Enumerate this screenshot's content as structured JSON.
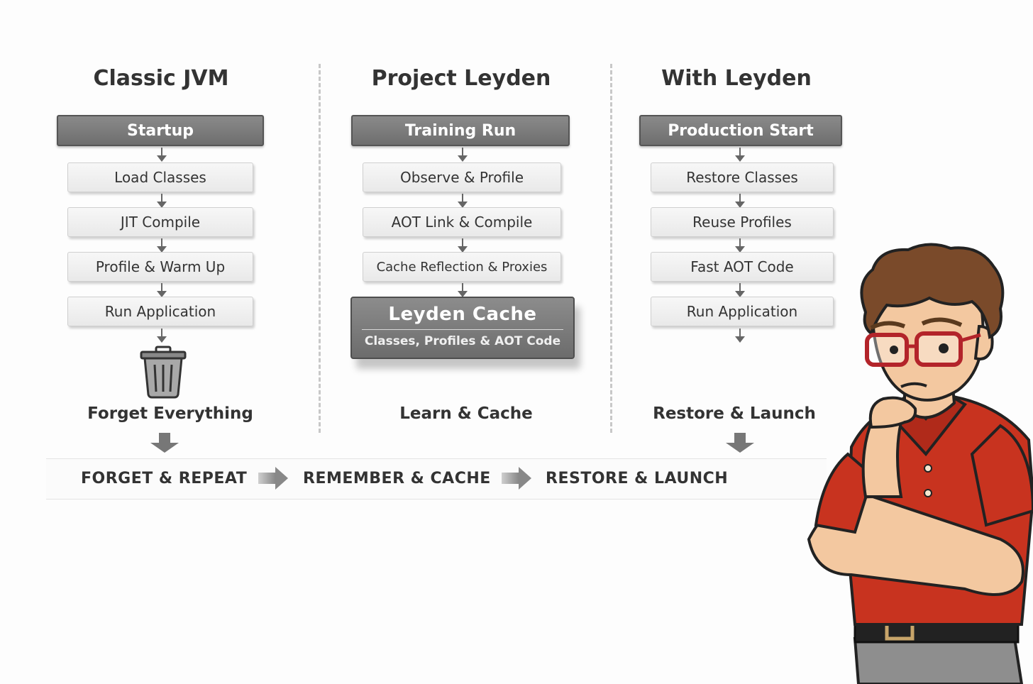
{
  "columns": [
    {
      "title": "Classic JVM",
      "head": "Startup",
      "steps": [
        "Load Classes",
        "JIT Compile",
        "Profile & Warm Up",
        "Run Application"
      ],
      "caption": "Forget Everything",
      "end_icon": "trash-can-icon"
    },
    {
      "title": "Project Leyden",
      "head": "Training Run",
      "steps": [
        "Observe & Profile",
        "AOT Link & Compile",
        "Cache Reflection & Proxies"
      ],
      "cache": {
        "title": "Leyden Cache",
        "subtitle": "Classes, Profiles & AOT Code"
      },
      "caption": "Learn & Cache"
    },
    {
      "title": "With Leyden",
      "head": "Production Start",
      "steps": [
        "Restore Classes",
        "Reuse Profiles",
        "Fast AOT Code",
        "Run Application"
      ],
      "caption": "Restore & Launch"
    }
  ],
  "phases": [
    "FORGET & REPEAT",
    "REMEMBER & CACHE",
    "RESTORE & LAUNCH"
  ],
  "character": {
    "icon": "thinking-developer-illustration",
    "shirt_color": "#c8331f",
    "glasses_color": "#b3242a"
  },
  "colors": {
    "head_box": "#7a7a7a",
    "step_box": "#efefef",
    "arrow": "#666666"
  }
}
